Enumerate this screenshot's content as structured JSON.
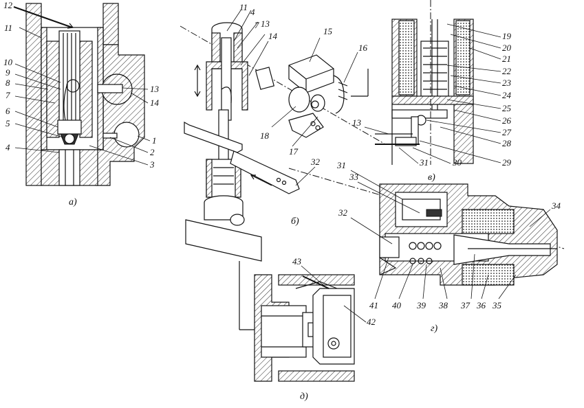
{
  "figure": {
    "panels": [
      {
        "id": "a",
        "caption": "а)"
      },
      {
        "id": "b",
        "caption": "б)"
      },
      {
        "id": "v",
        "caption": "в)"
      },
      {
        "id": "g",
        "caption": "г)"
      },
      {
        "id": "d",
        "caption": "д)"
      }
    ],
    "callouts": {
      "n1": "1",
      "n2": "2",
      "n3": "3",
      "n4": "4",
      "n5": "5",
      "n6": "6",
      "n7": "7",
      "n8": "8",
      "n9": "9",
      "n10": "10",
      "n11": "11",
      "n12": "12",
      "n13": "13",
      "n14": "14",
      "n15": "15",
      "n16": "16",
      "n17": "17",
      "n18": "18",
      "n19": "19",
      "n20": "20",
      "n21": "21",
      "n22": "22",
      "n23": "23",
      "n24": "24",
      "n25": "25",
      "n26": "26",
      "n27": "27",
      "n28": "28",
      "n29": "29",
      "n30": "30",
      "n31": "31",
      "n32": "32",
      "n33": "33",
      "n34": "34",
      "n35": "35",
      "n36": "36",
      "n37": "37",
      "n38": "38",
      "n39": "39",
      "n40": "40",
      "n41": "41",
      "n42": "42",
      "n43": "43",
      "b11": "11",
      "b4": "4",
      "b13": "13",
      "b7": "7",
      "b14": "14",
      "b32": "32",
      "v13": "13",
      "g31": "31",
      "g32": "32"
    }
  }
}
